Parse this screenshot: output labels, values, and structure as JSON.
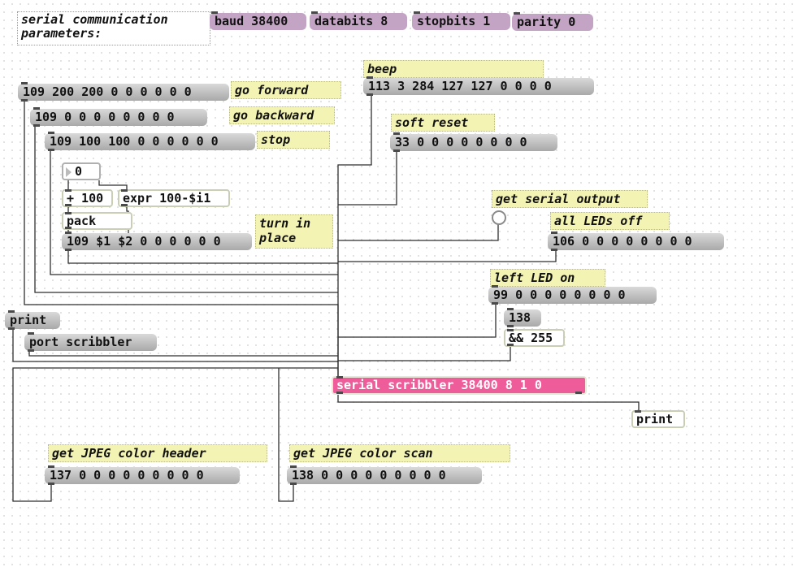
{
  "comments": {
    "serial_params": "serial communication\nparameters:",
    "beep": "beep",
    "go_forward": "go forward",
    "go_backward": "go backward",
    "stop": "stop",
    "soft_reset": "soft reset",
    "turn_in_place": "turn in\nplace",
    "get_serial_output": "get serial output",
    "all_leds_off": "all LEDs off",
    "left_led_on": "left LED on",
    "get_jpeg_header": "get JPEG color header",
    "get_jpeg_scan": "get JPEG color scan"
  },
  "messages": {
    "baud": "baud 38400",
    "databits": "databits 8",
    "stopbits": "stopbits 1",
    "parity": "parity 0",
    "beep": "113 3 284 127 127 0 0 0 0",
    "forward": "109 200 200 0 0 0 0 0 0",
    "backward": "109 0 0 0 0 0 0 0 0",
    "stop": "109 100 100 0 0 0 0 0 0",
    "soft_reset": "33 0 0 0 0 0 0 0 0",
    "turn": "109 $1 $2 0 0 0 0 0 0",
    "leds_off": "106 0 0 0 0 0 0 0 0",
    "left_led": "99 0 0 0 0 0 0 0 0",
    "m138": "138",
    "print_top": "print",
    "port_scribbler": "port scribbler",
    "jpeg_header": "137 0 0 0 0 0 0 0 0 0",
    "jpeg_scan": "138 0 0 0 0 0 0 0 0 0"
  },
  "objects": {
    "plus": "+ 100",
    "expr": "expr 100-$i1",
    "pack": "pack",
    "and255": "&& 255",
    "serial": "serial scribbler 38400 8 1 0",
    "print": "print"
  },
  "number_box": {
    "value": "0"
  },
  "colors": {
    "serial": "#ee5c99",
    "comment": "#f3f3b4",
    "message": "#bdbdbd",
    "param_message": "#c4a4c4"
  }
}
